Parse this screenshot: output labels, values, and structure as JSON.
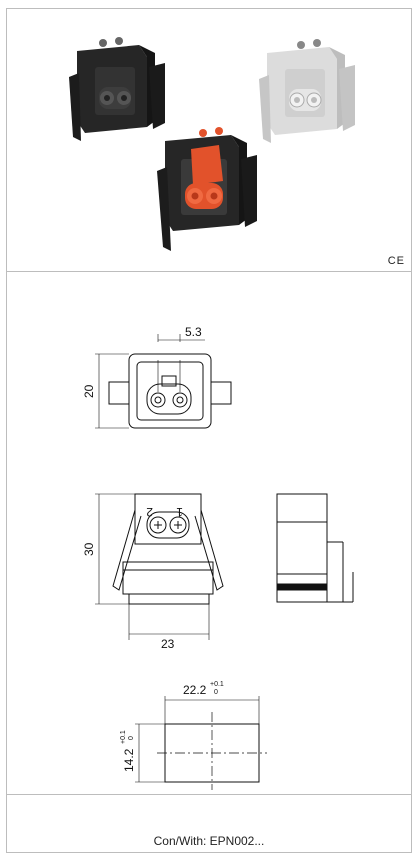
{
  "certification": {
    "mark": "CE"
  },
  "dimensions": {
    "pin_pitch": "5.3",
    "front_height": "20",
    "side_height": "30",
    "width": "23",
    "pin_labels": [
      "2",
      "1"
    ],
    "cutout_width": "22.2",
    "cutout_width_tol_upper": "+0.1",
    "cutout_width_tol_lower": "0",
    "cutout_height": "14.2",
    "cutout_height_tol_upper": "+0.1",
    "cutout_height_tol_lower": "0"
  },
  "colors": {
    "black_variant": "#2a2a2a",
    "white_variant": "#d8d8d8",
    "red_variant": "#e2522b"
  },
  "footer": {
    "text": "Con/With: EPN002..."
  }
}
